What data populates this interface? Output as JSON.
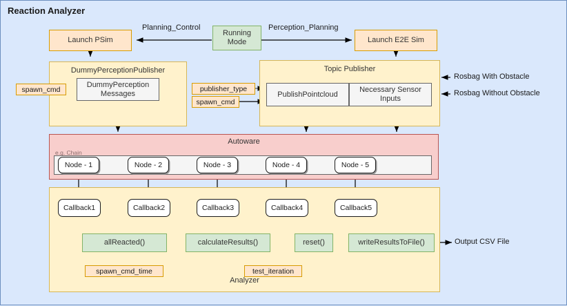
{
  "title": "Reaction Analyzer",
  "colors": {
    "canvas": "#dae8fc",
    "orange_fill": "#ffe6cc",
    "orange_stroke": "#d79b00",
    "green_fill": "#d5e8d4",
    "green_stroke": "#82b366",
    "cream_fill": "#fff2cc",
    "cream_stroke": "#d6b656",
    "pink_fill": "#f8cecc",
    "pink_stroke": "#b85450",
    "grey_fill": "#f5f5f5",
    "grey_stroke": "#666666"
  },
  "top_row": {
    "launch_psim": "Launch PSim",
    "running_mode": "Running\nMode",
    "running_mode_line1": "Running",
    "running_mode_line2": "Mode",
    "launch_e2e": "Launch E2E Sim",
    "edge_planning_control": "Planning_Control",
    "edge_perception_planning": "Perception_Planning"
  },
  "dummy_perception": {
    "container_title": "DummyPerceptionPublisher",
    "inner_line1": "DummyPerception",
    "inner_line2": "Messages",
    "param_spawn_cmd": "spawn_cmd"
  },
  "topic_publisher": {
    "container_title": "Topic Publisher",
    "inner_left": "PublishPointcloud",
    "inner_right_line1": "Necessary Sensor",
    "inner_right_line2": "Inputs",
    "param_publisher_type": "publisher_type",
    "param_spawn_cmd": "spawn_cmd",
    "input_rosbag_with": "Rosbag With Obstacle",
    "input_rosbag_without": "Rosbag Without Obstacle"
  },
  "autoware": {
    "container_title": "Autoware",
    "note": "e.g. Chain",
    "nodes": [
      {
        "label": "Node - 1"
      },
      {
        "label": "Node - 2"
      },
      {
        "label": "Node - 3"
      },
      {
        "label": "Node - 4"
      },
      {
        "label": "Node - 5"
      }
    ]
  },
  "analyzer": {
    "container_title": "Analyzer",
    "callbacks": [
      {
        "label": "Callback1"
      },
      {
        "label": "Callback2"
      },
      {
        "label": "Callback3"
      },
      {
        "label": "Callback4"
      },
      {
        "label": "Callback5"
      }
    ],
    "functions": [
      {
        "label": "allReacted()"
      },
      {
        "label": "calculateResults()"
      },
      {
        "label": "reset()"
      },
      {
        "label": "writeResultsToFile()"
      }
    ],
    "param_spawn_cmd_time": "spawn_cmd_time",
    "param_test_iteration": "test_iteration",
    "output_label": "Output CSV File"
  }
}
